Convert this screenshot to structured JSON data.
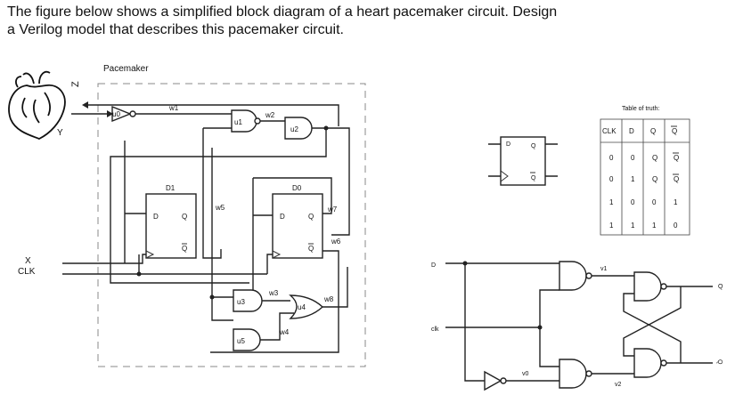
{
  "question": {
    "line1": "The figure below shows a simplified block diagram of a heart pacemaker circuit. Design",
    "line2": "a Verilog model that describes this pacemaker circuit."
  },
  "pacemaker": {
    "title": "Pacemaker",
    "inputs": {
      "z": "Z",
      "y": "Y",
      "x": "X",
      "clk": "CLK"
    },
    "gates": {
      "u0": "u0",
      "u1": "u1",
      "u2": "u2",
      "u3": "u3",
      "u4": "u4",
      "u5": "u5"
    },
    "wires": {
      "w1": "w1",
      "w2": "w2",
      "w3": "w3",
      "w4": "w4",
      "w5": "w5",
      "w6": "w6",
      "w7": "w7",
      "w8": "w8"
    },
    "ff_d1": {
      "name": "D1",
      "d": "D",
      "q": "Q",
      "qbar": "Q"
    },
    "ff_d0": {
      "name": "D0",
      "d": "D",
      "q": "Q",
      "qbar": "Q"
    }
  },
  "ff_symbol": {
    "d": "D",
    "q": "Q",
    "qbar": "Q"
  },
  "truth_table": {
    "title": "Table of truth:",
    "headers": [
      "CLK",
      "D",
      "Q",
      "Q"
    ],
    "rows": [
      [
        "0",
        "0",
        "Q",
        "Q"
      ],
      [
        "0",
        "1",
        "Q",
        "Q"
      ],
      [
        "1",
        "0",
        "0",
        "1"
      ],
      [
        "1",
        "1",
        "1",
        "0"
      ]
    ]
  },
  "latch": {
    "d": "D",
    "clk": "clk",
    "v0": "v0",
    "v1": "v1",
    "v2": "v2",
    "q": "Q",
    "qbar": "Q"
  }
}
